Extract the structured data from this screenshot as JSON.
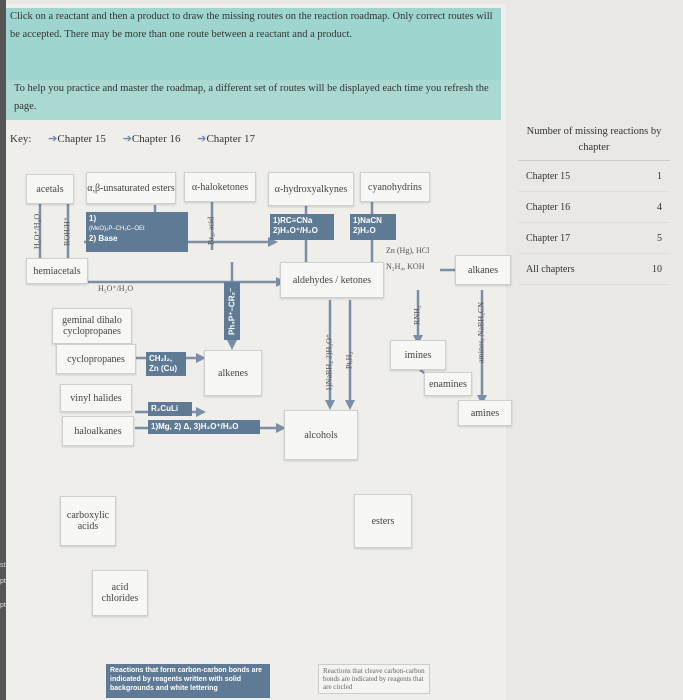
{
  "instructions": {
    "main": "Click on a reactant and then a product to draw the missing routes on the reaction roadmap. Only correct routes will be accepted. There may be more than one route between a reactant and a product.",
    "help": "To help you practice and master the roadmap, a different set of routes will be displayed each time you refresh the page."
  },
  "key": {
    "label": "Key:",
    "ch15": "Chapter 15",
    "ch16": "Chapter 16",
    "ch17": "Chapter 17"
  },
  "nodes": {
    "acetals": "acetals",
    "unsat_esters": "α,β-unsaturated esters",
    "haloketones": "α-haloketones",
    "hydroxyalkynes": "α-hydroxyalkynes",
    "cyanohydrins": "cyanohydrins",
    "hemiacetals": "hemiacetals",
    "aldehydes_ketones": "aldehydes / ketones",
    "alkanes": "alkanes",
    "geminal": "geminal dihalo cyclopropanes",
    "cyclopropanes": "cyclopropanes",
    "alkenes": "alkenes",
    "imines": "imines",
    "enamines": "enamines",
    "vinyl_halides": "vinyl halides",
    "amines": "amines",
    "haloalkanes": "haloalkanes",
    "alcohols": "alcohols",
    "carboxylic_acids": "carboxylic acids",
    "esters": "esters",
    "acid_chlorides": "acid chlorides"
  },
  "reagents": {
    "h3o_h2o_left": "H₃O⁺/H₂O",
    "roh_h": "ROH/H⁺",
    "hwe_1": "1)",
    "hwe_reagent": "(MeO)₂P–CH₂C–OEt",
    "hwe_2": "2) Base",
    "br2_acid": "Br₂, acid",
    "rc_cna": "1)RC≡CNa",
    "rc_cna_2": "2)H₃O⁺/H₂O",
    "nacn": "1)NaCN",
    "nacn_2": "2)H₂O",
    "zn_hg": "Zn (Hg), HCl",
    "n2h4": "N₂H₄, KOH",
    "h3o_h2o_mid": "H₃O⁺/H₂O",
    "wittig": "Ph₃P⁺–CR₂⁻",
    "rnh2": "RNH₂",
    "amines_nabh3cn": "amines, NaBH₃CN",
    "ch2i2": "CH₂I₂,",
    "zn_cu": "Zn (Cu)",
    "nabh4": "1)NaBH₄ 2)H₃O⁺",
    "pt_h2": "Pt,H₂",
    "r2culi": "R₂CuLi",
    "grignard": "1)Mg, 2) Δ, 3)H₃O⁺/H₂O"
  },
  "counts": {
    "header": "Number of missing reactions by chapter",
    "rows": [
      {
        "label": "Chapter 15",
        "value": "1"
      },
      {
        "label": "Chapter 16",
        "value": "4"
      },
      {
        "label": "Chapter 17",
        "value": "5"
      },
      {
        "label": "All chapters",
        "value": "10"
      }
    ]
  },
  "footer": {
    "left": "Reactions that form carbon-carbon bonds are indicated by reagents written with solid backgrounds and white lettering",
    "right": "Reactions that cleave carbon-carbon bonds are indicated by reagents that are circled"
  },
  "sidebar_labels": [
    "st",
    "pt",
    "pt"
  ],
  "colors": {
    "accent": "#5e7a94",
    "arrow": "#7c8ea6",
    "instruction_bg": "#9ed6cf"
  }
}
